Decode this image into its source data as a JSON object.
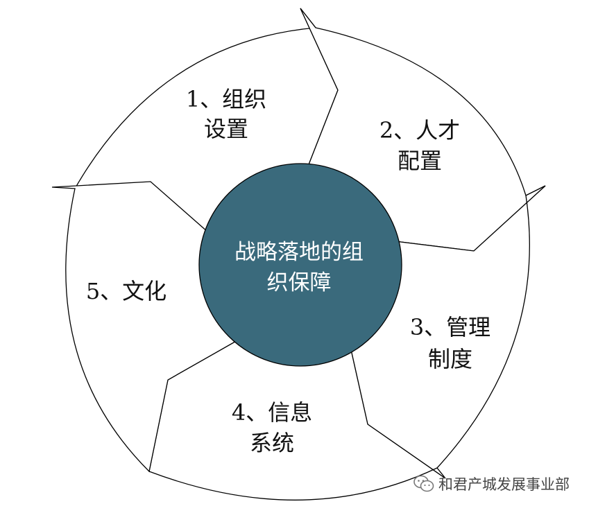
{
  "center": {
    "lines": [
      "战略落地的组",
      "织保障"
    ],
    "fill": "#3a6a7c"
  },
  "segments": [
    {
      "id": "org",
      "lines": [
        "1、组织",
        "设置"
      ]
    },
    {
      "id": "talent",
      "lines": [
        "2、人才",
        "配置"
      ]
    },
    {
      "id": "mgmt",
      "lines": [
        "3、管理",
        "制度"
      ]
    },
    {
      "id": "info",
      "lines": [
        "4、信息",
        "系统"
      ]
    },
    {
      "id": "culture",
      "lines": [
        "5、文化"
      ]
    }
  ],
  "watermark": {
    "text": "和君产城发展事业部",
    "icon": "wechat-icon"
  }
}
